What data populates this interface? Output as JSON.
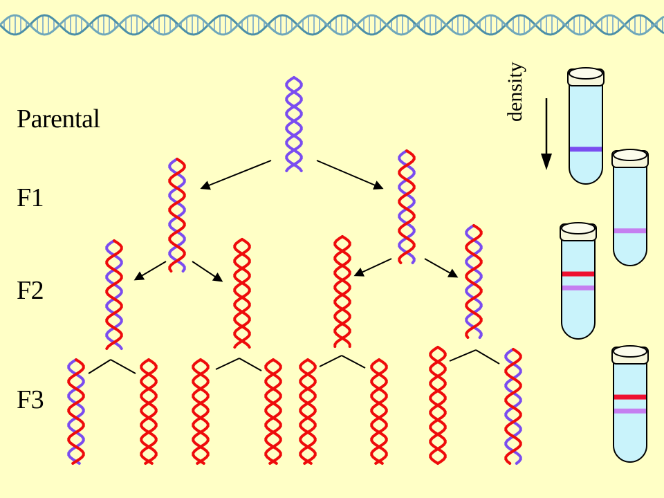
{
  "labels": {
    "parental": "Parental",
    "f1": "F1",
    "f2": "F2",
    "f3": "F3",
    "density": "density"
  },
  "colors": {
    "background": "#ffffc6",
    "heavy_strand": "#7a4cf0",
    "light_strand": "#ee0b0b",
    "tube_fill": "#c9f3fb",
    "heavy_band": "#7a4cf0",
    "hybrid_band": "#c57ef0",
    "light_band": "#ee1030"
  },
  "molecules": {
    "parental": [
      "heavy/heavy"
    ],
    "f1": [
      "heavy/light",
      "heavy/light"
    ],
    "f2": [
      "heavy/light",
      "light/light",
      "light/light",
      "heavy/light"
    ],
    "f3": [
      "heavy/light",
      "light/light",
      "light/light",
      "light/light",
      "light/light",
      "light/light",
      "light/light",
      "heavy/light"
    ]
  },
  "tubes": [
    {
      "bands": [
        "heavy"
      ]
    },
    {
      "bands": [
        "hybrid"
      ]
    },
    {
      "bands": [
        "light",
        "hybrid"
      ]
    },
    {
      "bands": [
        "light",
        "hybrid"
      ]
    }
  ],
  "icons": [
    "dna-helix-banner",
    "density-arrow-icon",
    "centrifuge-tube-icon"
  ]
}
